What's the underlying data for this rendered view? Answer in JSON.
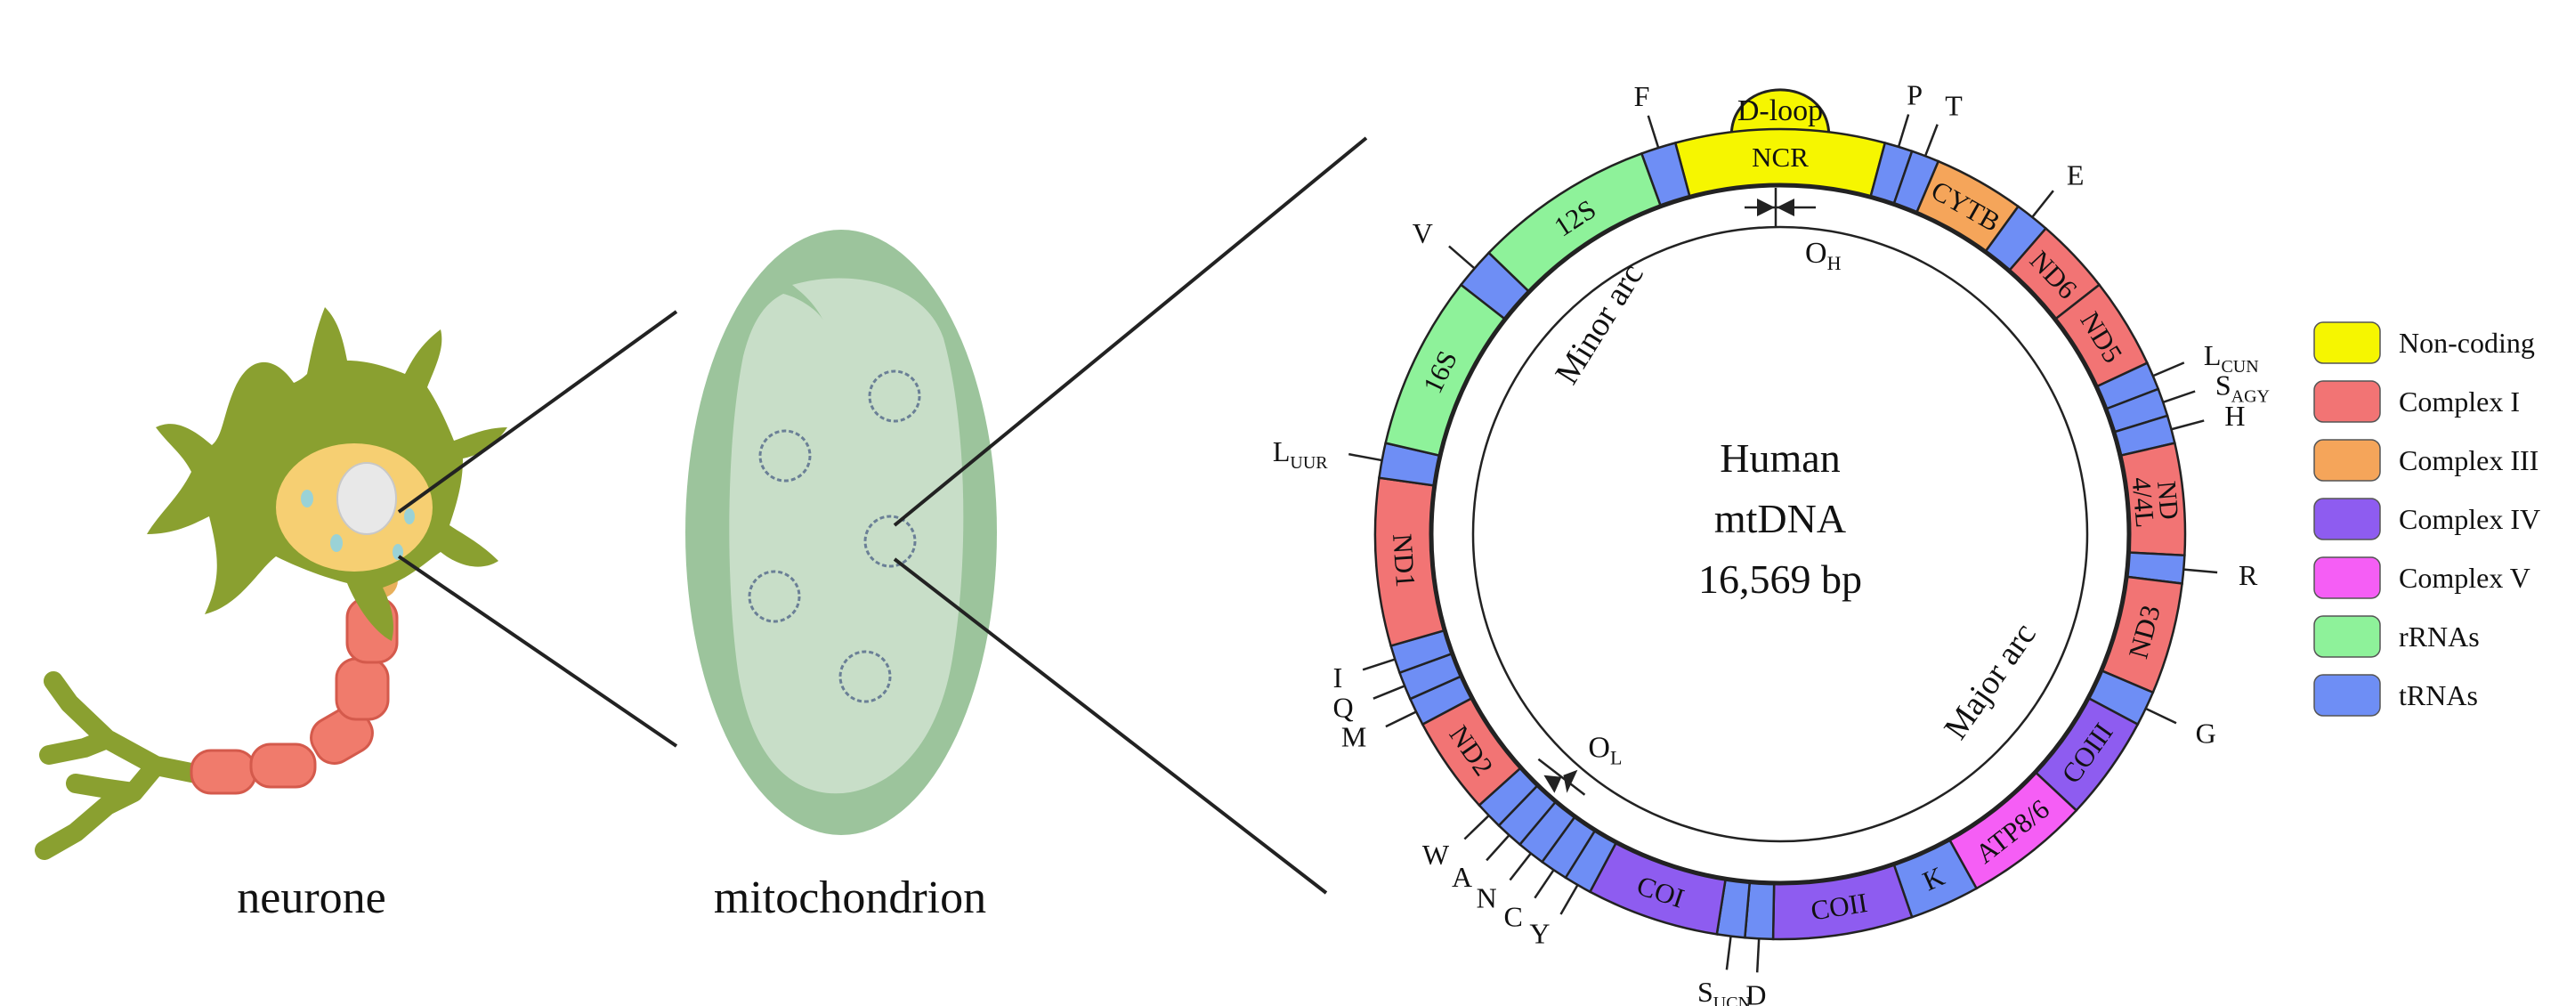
{
  "neurone": {
    "label": "neurone"
  },
  "mitochondrion": {
    "label": "mitochondrion"
  },
  "genome": {
    "title_line1": "Human",
    "title_line2": "mtDNA",
    "title_line3": "16,569 bp",
    "minor_arc": "Minor arc",
    "major_arc": "Major arc",
    "oh": {
      "main": "O",
      "sub": "H"
    },
    "ol": {
      "main": "O",
      "sub": "L"
    },
    "dloop": "D-loop"
  },
  "colors": {
    "noncoding": "#f6f600",
    "complex1": "#f27474",
    "complex3": "#f5a55a",
    "complex4": "#8e5cf0",
    "complex5": "#f55ef5",
    "rrna": "#8ef29a",
    "trna": "#6e8ef5"
  },
  "segments": [
    {
      "a0": -15,
      "a1": 15,
      "cat": "noncoding",
      "label": "NCR"
    },
    {
      "a0": 15,
      "a1": 19,
      "cat": "trna",
      "label": ""
    },
    {
      "a0": 19,
      "a1": 23,
      "cat": "trna",
      "label": ""
    },
    {
      "a0": 23,
      "a1": 36,
      "cat": "complex3",
      "label": "CYTB"
    },
    {
      "a0": 36,
      "a1": 41,
      "cat": "trna",
      "label": ""
    },
    {
      "a0": 41,
      "a1": 52,
      "cat": "complex1",
      "label": "ND6"
    },
    {
      "a0": 52,
      "a1": 65,
      "cat": "complex1",
      "label": "ND5"
    },
    {
      "a0": 65,
      "a1": 69,
      "cat": "trna",
      "label": ""
    },
    {
      "a0": 69,
      "a1": 73,
      "cat": "trna",
      "label": ""
    },
    {
      "a0": 73,
      "a1": 77,
      "cat": "trna",
      "label": ""
    },
    {
      "a0": 77,
      "a1": 93,
      "cat": "complex1",
      "label": "ND 4/4L"
    },
    {
      "a0": 93,
      "a1": 97,
      "cat": "trna",
      "label": ""
    },
    {
      "a0": 97,
      "a1": 113,
      "cat": "complex1",
      "label": "ND3"
    },
    {
      "a0": 113,
      "a1": 118,
      "cat": "trna",
      "label": ""
    },
    {
      "a0": 118,
      "a1": 133,
      "cat": "complex4",
      "label": "COIII"
    },
    {
      "a0": 133,
      "a1": 151,
      "cat": "complex5",
      "label": "ATP8/6"
    },
    {
      "a0": 151,
      "a1": 161,
      "cat": "trna",
      "label": "K"
    },
    {
      "a0": 161,
      "a1": 181,
      "cat": "complex4",
      "label": "COII"
    },
    {
      "a0": 181,
      "a1": 185,
      "cat": "trna",
      "label": ""
    },
    {
      "a0": 185,
      "a1": 189,
      "cat": "trna",
      "label": ""
    },
    {
      "a0": 189,
      "a1": 208,
      "cat": "complex4",
      "label": "COI"
    },
    {
      "a0": 208,
      "a1": 212,
      "cat": "trna",
      "label": ""
    },
    {
      "a0": 212,
      "a1": 216,
      "cat": "trna",
      "label": ""
    },
    {
      "a0": 216,
      "a1": 220,
      "cat": "trna",
      "label": ""
    },
    {
      "a0": 220,
      "a1": 224,
      "cat": "trna",
      "label": ""
    },
    {
      "a0": 224,
      "a1": 228,
      "cat": "trna",
      "label": ""
    },
    {
      "a0": 228,
      "a1": 242,
      "cat": "complex1",
      "label": "ND2"
    },
    {
      "a0": 242,
      "a1": 246,
      "cat": "trna",
      "label": ""
    },
    {
      "a0": 246,
      "a1": 250,
      "cat": "trna",
      "label": ""
    },
    {
      "a0": 250,
      "a1": 254,
      "cat": "trna",
      "label": ""
    },
    {
      "a0": 254,
      "a1": 278,
      "cat": "complex1",
      "label": "ND1"
    },
    {
      "a0": 278,
      "a1": 283,
      "cat": "trna",
      "label": ""
    },
    {
      "a0": 283,
      "a1": 308,
      "cat": "rrna",
      "label": "16S"
    },
    {
      "a0": 308,
      "a1": 314,
      "cat": "trna",
      "label": ""
    },
    {
      "a0": 314,
      "a1": 340,
      "cat": "rrna",
      "label": "12S"
    },
    {
      "a0": 340,
      "a1": 345,
      "cat": "trna",
      "label": ""
    }
  ],
  "trna_labels": [
    {
      "angle": 342.5,
      "text": "F",
      "sub": ""
    },
    {
      "angle": 17,
      "text": "P",
      "sub": ""
    },
    {
      "angle": 21,
      "text": "T",
      "sub": ""
    },
    {
      "angle": 38.5,
      "text": "E",
      "sub": ""
    },
    {
      "angle": 67,
      "text": "L",
      "sub": "CUN"
    },
    {
      "angle": 71,
      "text": "S",
      "sub": "AGY"
    },
    {
      "angle": 75,
      "text": "H",
      "sub": ""
    },
    {
      "angle": 95,
      "text": "R",
      "sub": ""
    },
    {
      "angle": 115.5,
      "text": "G",
      "sub": ""
    },
    {
      "angle": 183,
      "text": "D",
      "sub": ""
    },
    {
      "angle": 187,
      "text": "S",
      "sub": "UCN"
    },
    {
      "angle": 210,
      "text": "Y",
      "sub": ""
    },
    {
      "angle": 214,
      "text": "C",
      "sub": ""
    },
    {
      "angle": 218,
      "text": "N",
      "sub": ""
    },
    {
      "angle": 222,
      "text": "A",
      "sub": ""
    },
    {
      "angle": 226,
      "text": "W",
      "sub": ""
    },
    {
      "angle": 244,
      "text": "M",
      "sub": ""
    },
    {
      "angle": 248,
      "text": "Q",
      "sub": ""
    },
    {
      "angle": 252,
      "text": "I",
      "sub": ""
    },
    {
      "angle": 280.5,
      "text": "L",
      "sub": "UUR"
    },
    {
      "angle": 311,
      "text": "V",
      "sub": ""
    }
  ],
  "legend": [
    {
      "label": "Non-coding",
      "cat": "noncoding"
    },
    {
      "label": "Complex I",
      "cat": "complex1"
    },
    {
      "label": "Complex III",
      "cat": "complex3"
    },
    {
      "label": "Complex IV",
      "cat": "complex4"
    },
    {
      "label": "Complex V",
      "cat": "complex5"
    },
    {
      "label": "rRNAs",
      "cat": "rrna"
    },
    {
      "label": "tRNAs",
      "cat": "trna"
    }
  ]
}
